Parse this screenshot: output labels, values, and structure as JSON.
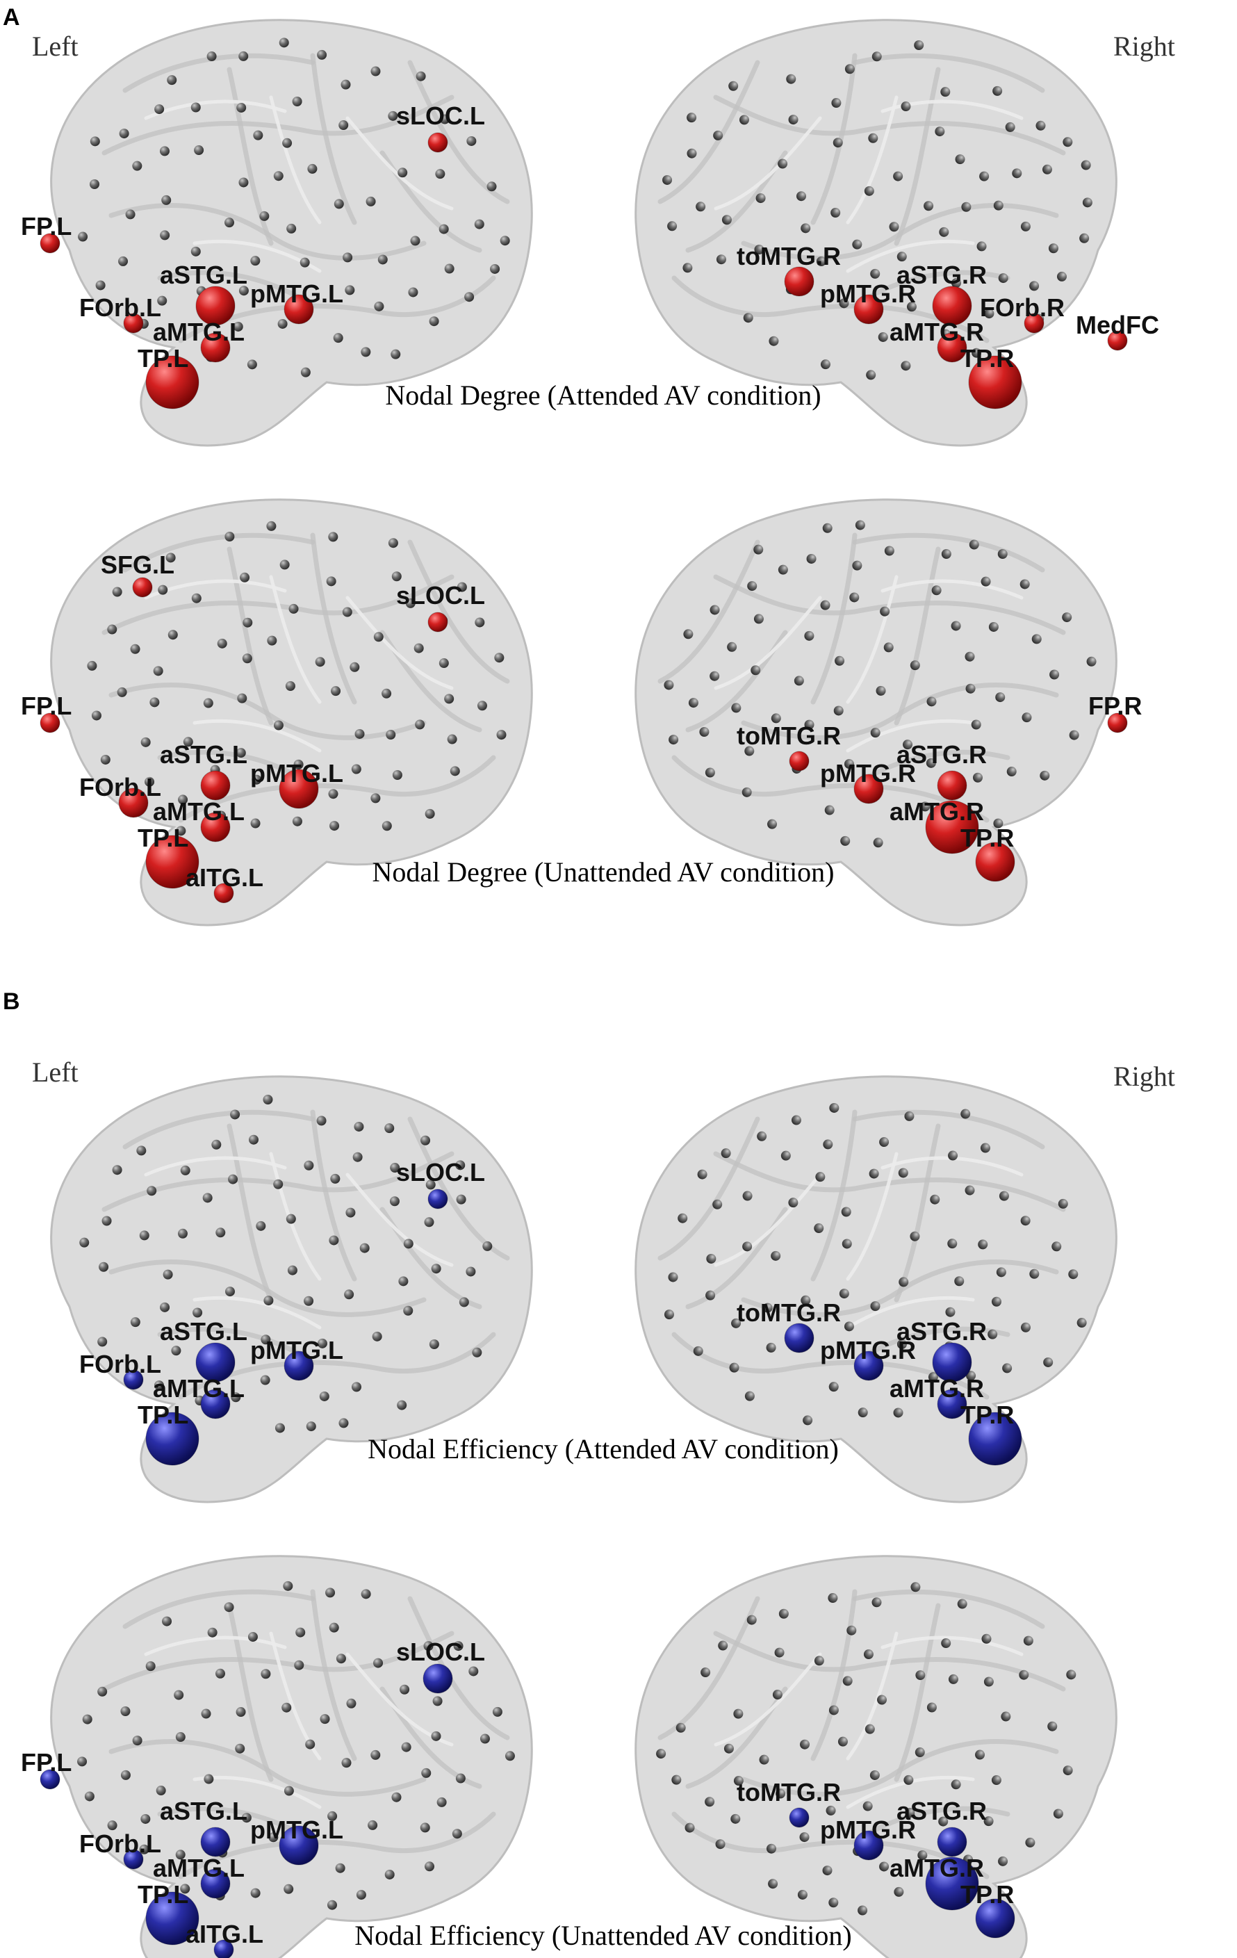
{
  "panels": [
    {
      "letter": "A",
      "side_left": "Left",
      "side_right": "Right"
    },
    {
      "letter": "B",
      "side_left": "Left",
      "side_right": "Right"
    }
  ],
  "colors": {
    "degree": "#d42020",
    "efficiency": "#2a2ea8",
    "background_node": "#6a6a6a"
  },
  "figures": [
    {
      "caption": "Nodal Degree (Attended AV condition)",
      "highlight": "degree",
      "left_nodes": [
        {
          "label": "sLOC.L",
          "size": 1
        },
        {
          "label": "FP.L",
          "size": 1
        },
        {
          "label": "aSTG.L",
          "size": 3
        },
        {
          "label": "pMTG.L",
          "size": 2
        },
        {
          "label": "FOrb.L",
          "size": 1
        },
        {
          "label": "aMTG.L",
          "size": 2
        },
        {
          "label": "TP.L",
          "size": 4
        }
      ],
      "right_nodes": [
        {
          "label": "toMTG.R",
          "size": 2
        },
        {
          "label": "pMTG.R",
          "size": 2
        },
        {
          "label": "aSTG.R",
          "size": 3
        },
        {
          "label": "FOrb.R",
          "size": 1
        },
        {
          "label": "MedFC",
          "size": 1
        },
        {
          "label": "aMTG.R",
          "size": 2
        },
        {
          "label": "TP.R",
          "size": 4
        }
      ]
    },
    {
      "caption": "Nodal Degree (Unattended AV condition)",
      "highlight": "degree",
      "left_nodes": [
        {
          "label": "SFG.L",
          "size": 1
        },
        {
          "label": "sLOC.L",
          "size": 1
        },
        {
          "label": "FP.L",
          "size": 1
        },
        {
          "label": "aSTG.L",
          "size": 2
        },
        {
          "label": "pMTG.L",
          "size": 3
        },
        {
          "label": "FOrb.L",
          "size": 2
        },
        {
          "label": "aMTG.L",
          "size": 2
        },
        {
          "label": "TP.L",
          "size": 4
        },
        {
          "label": "aITG.L",
          "size": 1
        }
      ],
      "right_nodes": [
        {
          "label": "toMTG.R",
          "size": 1
        },
        {
          "label": "FP.R",
          "size": 1
        },
        {
          "label": "pMTG.R",
          "size": 2
        },
        {
          "label": "aSTG.R",
          "size": 2
        },
        {
          "label": "aMTG.R",
          "size": 4
        },
        {
          "label": "TP.R",
          "size": 3
        }
      ]
    },
    {
      "caption": "Nodal Efficiency (Attended AV condition)",
      "highlight": "efficiency",
      "left_nodes": [
        {
          "label": "sLOC.L",
          "size": 1
        },
        {
          "label": "aSTG.L",
          "size": 3
        },
        {
          "label": "pMTG.L",
          "size": 2
        },
        {
          "label": "FOrb.L",
          "size": 1
        },
        {
          "label": "aMTG.L",
          "size": 2
        },
        {
          "label": "TP.L",
          "size": 4
        }
      ],
      "right_nodes": [
        {
          "label": "toMTG.R",
          "size": 2
        },
        {
          "label": "pMTG.R",
          "size": 2
        },
        {
          "label": "aSTG.R",
          "size": 3
        },
        {
          "label": "aMTG.R",
          "size": 2
        },
        {
          "label": "TP.R",
          "size": 4
        }
      ]
    },
    {
      "caption": "Nodal Efficiency (Unattended AV condition)",
      "highlight": "efficiency",
      "left_nodes": [
        {
          "label": "sLOC.L",
          "size": 2
        },
        {
          "label": "FP.L",
          "size": 1
        },
        {
          "label": "aSTG.L",
          "size": 2
        },
        {
          "label": "pMTG.L",
          "size": 3
        },
        {
          "label": "FOrb.L",
          "size": 1
        },
        {
          "label": "aMTG.L",
          "size": 2
        },
        {
          "label": "TP.L",
          "size": 4
        },
        {
          "label": "aITG.L",
          "size": 1
        }
      ],
      "right_nodes": [
        {
          "label": "toMTG.R",
          "size": 1
        },
        {
          "label": "pMTG.R",
          "size": 2
        },
        {
          "label": "aSTG.R",
          "size": 2
        },
        {
          "label": "aMTG.R",
          "size": 4
        },
        {
          "label": "TP.R",
          "size": 3
        }
      ]
    }
  ]
}
